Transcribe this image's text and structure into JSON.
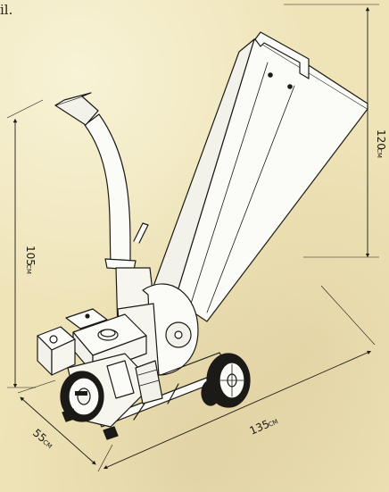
{
  "top_text": "il.",
  "dimensions": {
    "height_chute": {
      "value": "120",
      "unit": "CM"
    },
    "height_discharge": {
      "value": "105",
      "unit": "CM"
    },
    "width": {
      "value": "55",
      "unit": "CM"
    },
    "length": {
      "value": "135",
      "unit": "CM"
    }
  },
  "colors": {
    "background": "#efe4b8",
    "line": "#1c1a16",
    "machine_fill": "#fbfbf7"
  }
}
